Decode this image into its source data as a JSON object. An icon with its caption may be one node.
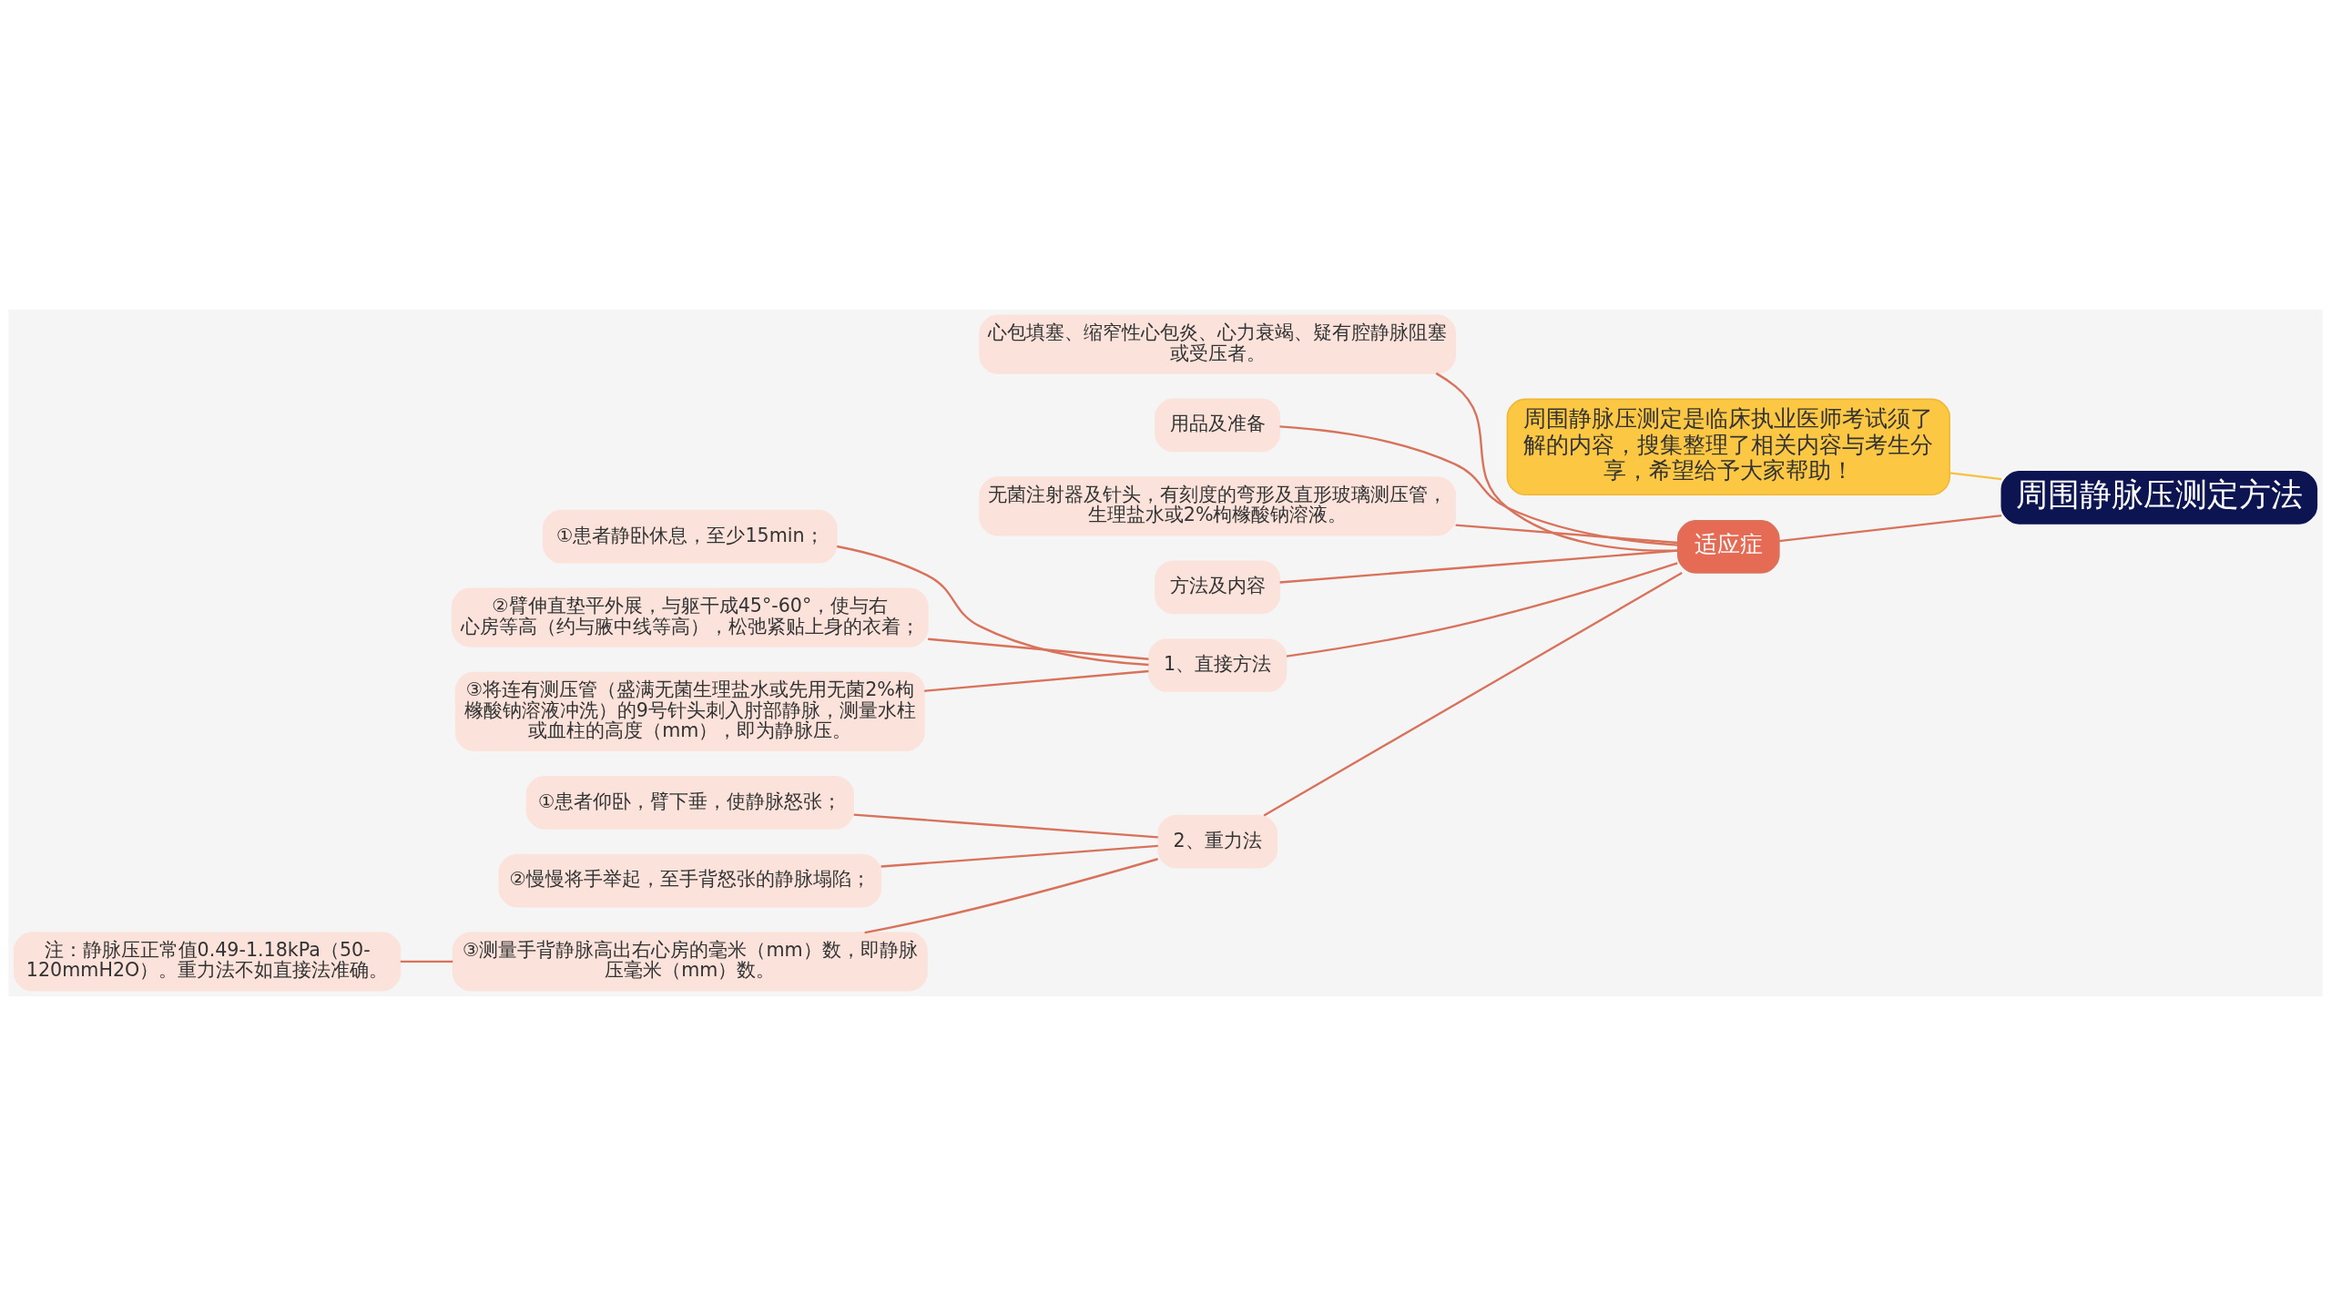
{
  "diagram": {
    "nodes": [
      {
        "text": [
          "周围静脉压测定方法"
        ]
      },
      {
        "text": [
          "周围静脉压测定是临床执业医师考试须了解的内容，搜集整理了相关内容与考生分享，希望给予大家帮助！"
        ]
      },
      {
        "text": [
          "适应症"
        ]
      },
      {
        "text": [
          "心包填塞、缩窄性心包炎、心力衰竭、疑有腔静脉阻塞或受压者。"
        ]
      },
      {
        "text": [
          "用品及准备"
        ]
      },
      {
        "text": [
          "无菌注射器及针头，有刻度的弯形及直形玻璃测压管，生理盐水或2%枸橼酸钠溶液。"
        ]
      },
      {
        "text": [
          "方法及内容"
        ]
      },
      {
        "text": [
          "1、直接方法"
        ]
      },
      {
        "text": [
          "①患者静卧休息，至少15min；"
        ]
      },
      {
        "text": [
          "②臂伸直垫平外展，与躯干成45°-60°，使与右心房等高（约与腋中线等高），松弛紧贴上身的衣着；"
        ]
      },
      {
        "text": [
          "③将连有测压管（盛满无菌生理盐水或先用无菌2%枸橼酸钠溶液冲洗）的9号针头刺入肘部静脉，测量水柱或血柱的高度（mm），即为静脉压。"
        ]
      },
      {
        "text": [
          "2、重力法"
        ]
      },
      {
        "text": [
          "①患者仰卧，臂下垂，使静脉怒张；"
        ]
      },
      {
        "text": [
          "②慢慢将手举起，至手背怒张的静脉塌陷；"
        ]
      },
      {
        "text": [
          "③测量手背静脉高出右心房的毫米（mm）数，即静脉压毫米（mm）数。"
        ]
      },
      {
        "text": [
          "注：静脉压正常值0.49-1.18kPa（50-120mmH2O）。重力法不如直接法准确。"
        ]
      }
    ],
    "edges": [
      {
        "from": 0,
        "to": 1,
        "arrow": "none",
        "color": "#f5c242"
      },
      {
        "from": 0,
        "to": 2,
        "arrow": "none"
      },
      {
        "from": 2,
        "to": 3,
        "arrow": "none"
      },
      {
        "from": 2,
        "to": 4,
        "arrow": "none"
      },
      {
        "from": 2,
        "to": 5,
        "arrow": "none"
      },
      {
        "from": 2,
        "to": 6,
        "arrow": "none"
      },
      {
        "from": 2,
        "to": 7,
        "arrow": "none"
      },
      {
        "from": 2,
        "to": 11,
        "arrow": "none"
      },
      {
        "from": 7,
        "to": 8,
        "arrow": "none"
      },
      {
        "from": 7,
        "to": 9,
        "arrow": "none"
      },
      {
        "from": 7,
        "to": 10,
        "arrow": "none"
      },
      {
        "from": 11,
        "to": 12,
        "arrow": "none"
      },
      {
        "from": 11,
        "to": 13,
        "arrow": "none"
      },
      {
        "from": 11,
        "to": 14,
        "arrow": "none"
      },
      {
        "from": 14,
        "to": 15,
        "arrow": "none"
      }
    ]
  }
}
